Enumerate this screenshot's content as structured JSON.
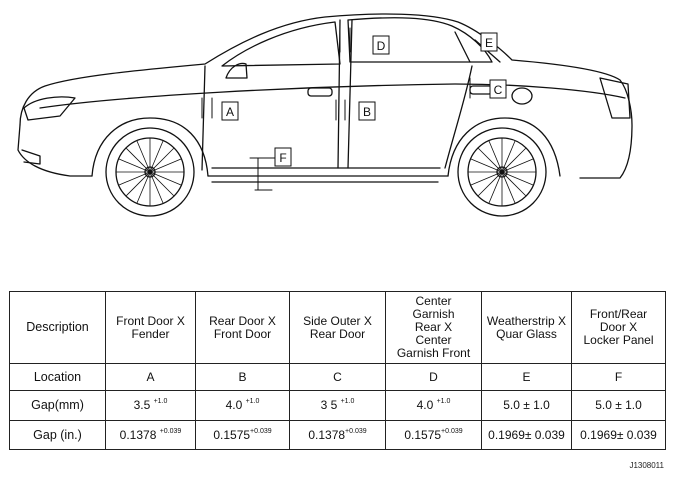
{
  "figure": {
    "callouts": [
      "A",
      "B",
      "C",
      "D",
      "E",
      "F"
    ],
    "code": "J1308011"
  },
  "table": {
    "row_headers": [
      "Description",
      "Location",
      "Gap(mm)",
      "Gap (in.)"
    ],
    "columns": [
      {
        "description": "Front Door X\nFender",
        "location": "A",
        "gap_mm": "3.5",
        "gap_mm_tol": "+1.0",
        "gap_in": "0.1378",
        "gap_in_tol": "+0.039"
      },
      {
        "description": "Rear Door X\nFront Door",
        "location": "B",
        "gap_mm": "4.0",
        "gap_mm_tol": "+1.0",
        "gap_in": "0.1575",
        "gap_in_tol": "+0.039"
      },
      {
        "description": "Side Outer X\nRear Door",
        "location": "C",
        "gap_mm": "3 5",
        "gap_mm_tol": "+1.0",
        "gap_in": "0.1378",
        "gap_in_tol": "+0.039"
      },
      {
        "description": "Center\nGarnish\nRear X\nCenter\nGarnish Front",
        "location": "D",
        "gap_mm": "4.0",
        "gap_mm_tol": "+1.0",
        "gap_in": "0.1575",
        "gap_in_tol": "+0.039"
      },
      {
        "description": "Weatherstrip X\nQuar Glass",
        "location": "E",
        "gap_mm": "5.0 ± 1.0",
        "gap_mm_tol": "",
        "gap_in": "0.1969± 0.039",
        "gap_in_tol": ""
      },
      {
        "description": "Front/Rear\nDoor X\nLocker Panel",
        "location": "F",
        "gap_mm": "5.0 ± 1.0",
        "gap_mm_tol": "",
        "gap_in": "0.1969± 0.039",
        "gap_in_tol": ""
      }
    ]
  }
}
